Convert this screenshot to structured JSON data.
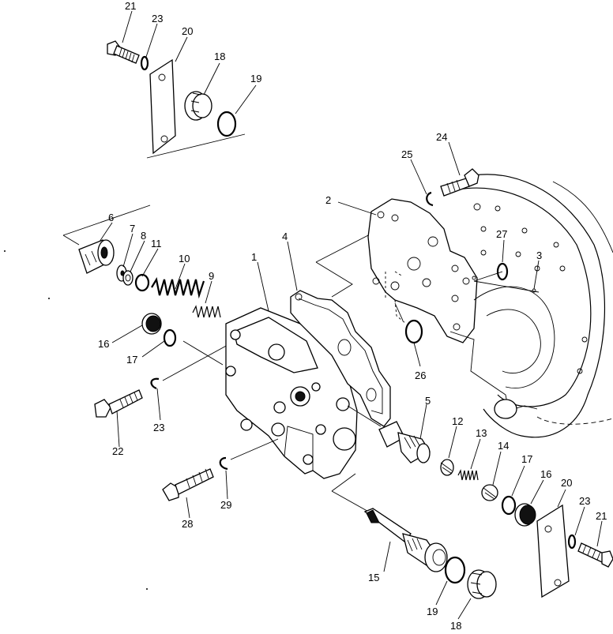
{
  "labels": {
    "l21a": "21",
    "l23a": "23",
    "l20a": "20",
    "l18a": "18",
    "l19a": "19",
    "l6": "6",
    "l7": "7",
    "l8": "8",
    "l11": "11",
    "l10": "10",
    "l9": "9",
    "l1": "1",
    "l4": "4",
    "l2": "2",
    "l25": "25",
    "l24": "24",
    "l27": "27",
    "l3": "3",
    "l16a": "16",
    "l17a": "17",
    "l26": "26",
    "l23b": "23",
    "l22": "22",
    "l5": "5",
    "l12": "12",
    "l13": "13",
    "l14": "14",
    "l17b": "17",
    "l16b": "16",
    "l20b": "20",
    "l23c": "23",
    "l21b": "21",
    "l29": "29",
    "l28": "28",
    "l15": "15",
    "l19b": "19",
    "l18b": "18"
  }
}
